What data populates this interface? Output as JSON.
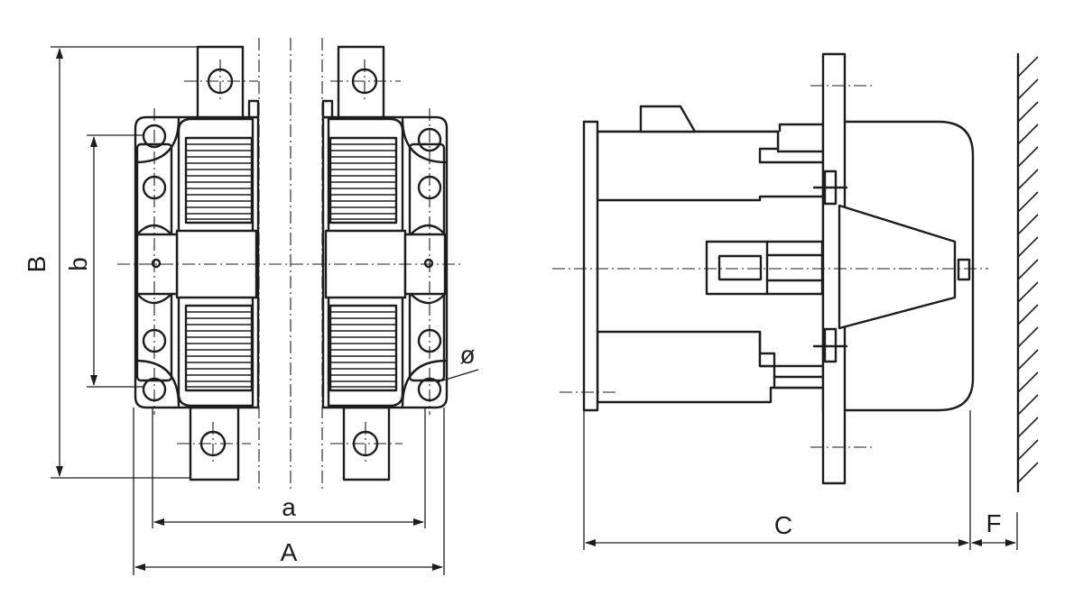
{
  "labels": {
    "overall_width": "A",
    "mount_width": "a",
    "overall_height": "B",
    "mount_height": "b",
    "overall_depth": "C",
    "clearance": "F",
    "hole_diameter": "ø"
  }
}
